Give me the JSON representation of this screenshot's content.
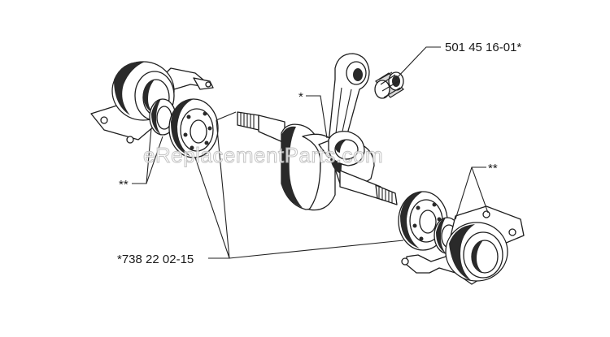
{
  "diagram": {
    "labels": {
      "seal_bearing_part": "501 45 16-01*",
      "crankshaft_kit": "*738 22 02-15",
      "single_star": "*",
      "double_star_left": "**",
      "double_star_right": "**"
    },
    "watermark": "eReplacementParts.com"
  }
}
